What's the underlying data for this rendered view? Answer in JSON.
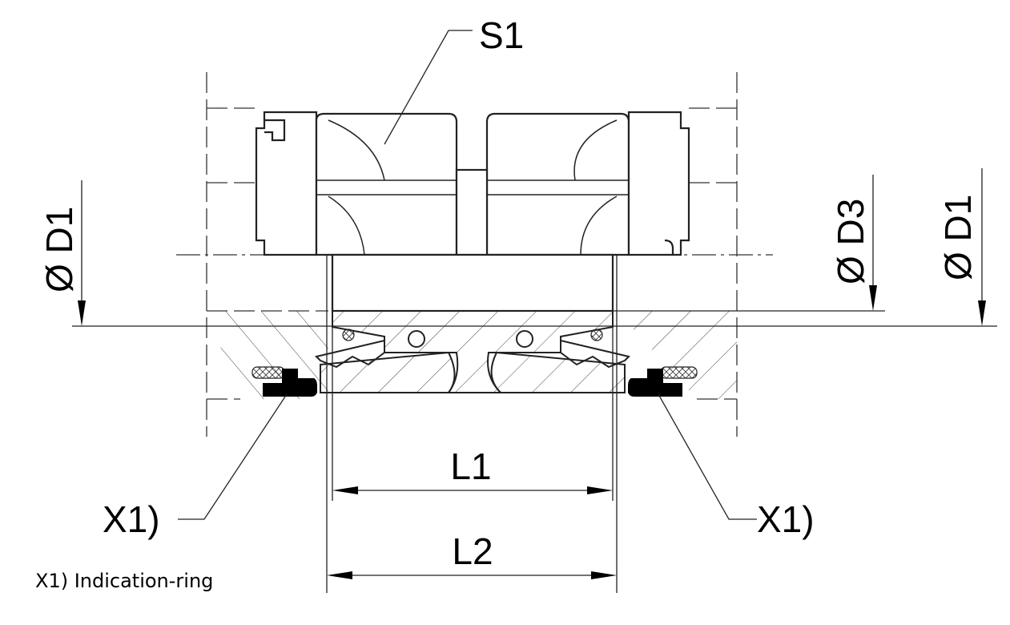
{
  "labels": {
    "s1": "S1",
    "d1_left": "Ø D1",
    "d3": "Ø D3",
    "d1_right": "Ø D1",
    "l1": "L1",
    "l2": "L2",
    "x1_left": "X1)",
    "x1_right": "X1)"
  },
  "note": "X1) Indication-ring"
}
